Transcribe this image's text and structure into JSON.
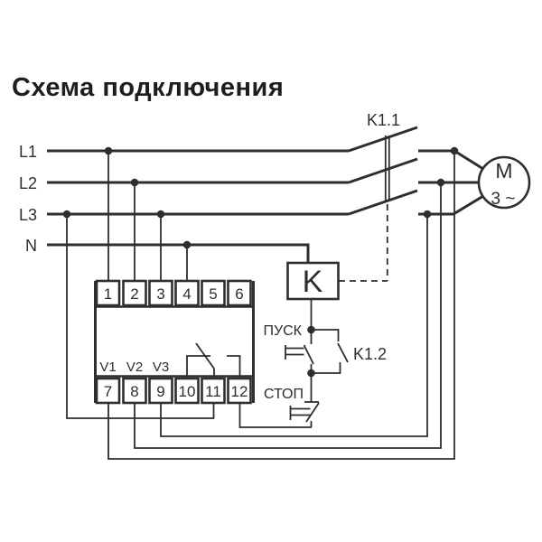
{
  "title": "Схема подключения",
  "colors": {
    "ink": "#2e2e2e",
    "background": "#ffffff"
  },
  "diagram": {
    "phase_lines": {
      "l1": "L1",
      "l2": "L2",
      "l3": "L3",
      "n": "N"
    },
    "contactor": {
      "main_contacts_label": "K1.1",
      "coil_label": "K",
      "aux_contact_label": "K1.2"
    },
    "buttons": {
      "start": "ПУСК",
      "stop": "СТОП"
    },
    "motor": {
      "letter": "M",
      "phase_mark": "3 ~"
    },
    "device": {
      "top_terminals": [
        "1",
        "2",
        "3",
        "4",
        "5",
        "6"
      ],
      "bottom_terminals": [
        "7",
        "8",
        "9",
        "10",
        "11",
        "12"
      ],
      "output_labels": [
        "V1",
        "V2",
        "V3"
      ]
    }
  }
}
